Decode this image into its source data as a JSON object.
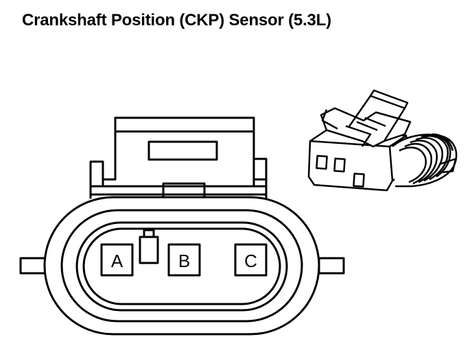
{
  "title": "Crankshaft Position (CKP) Sensor (5.3L)",
  "connector": {
    "pins": [
      {
        "label": "A"
      },
      {
        "label": "B"
      },
      {
        "label": "C"
      }
    ]
  },
  "colors": {
    "line": "#000000",
    "background": "#ffffff"
  }
}
